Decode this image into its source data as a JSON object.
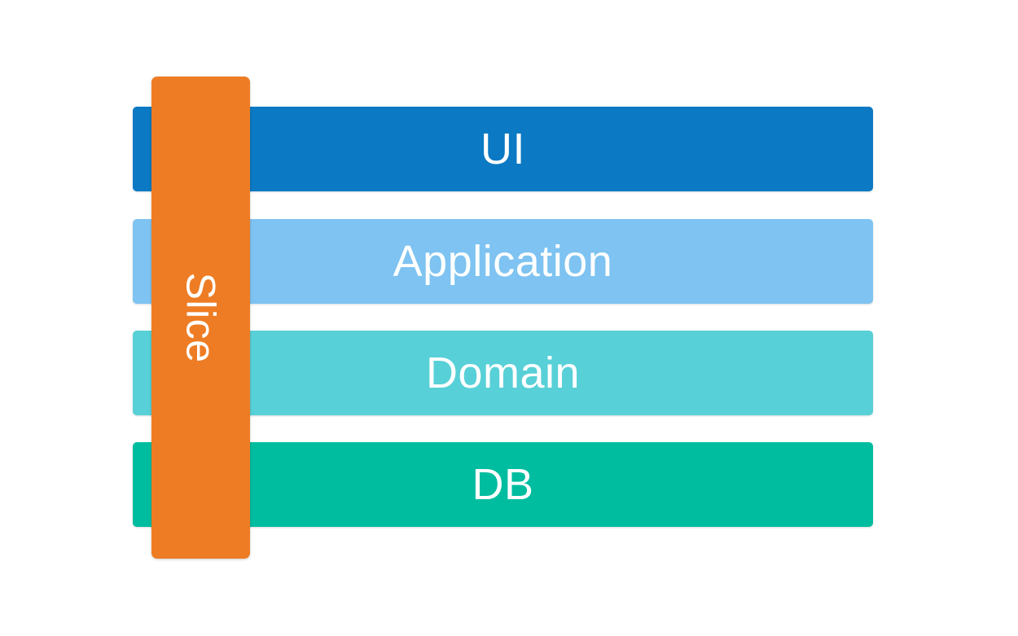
{
  "diagram": {
    "background_color": "#ffffff",
    "text_color": "#ffffff",
    "layers": [
      {
        "label": "UI",
        "color": "#0b79c3"
      },
      {
        "label": "Application",
        "color": "#7ec3f1"
      },
      {
        "label": "Domain",
        "color": "#58d0d7"
      },
      {
        "label": "DB",
        "color": "#00bda0"
      }
    ],
    "slice": {
      "label": "Slice",
      "color": "#ee7c24"
    }
  }
}
